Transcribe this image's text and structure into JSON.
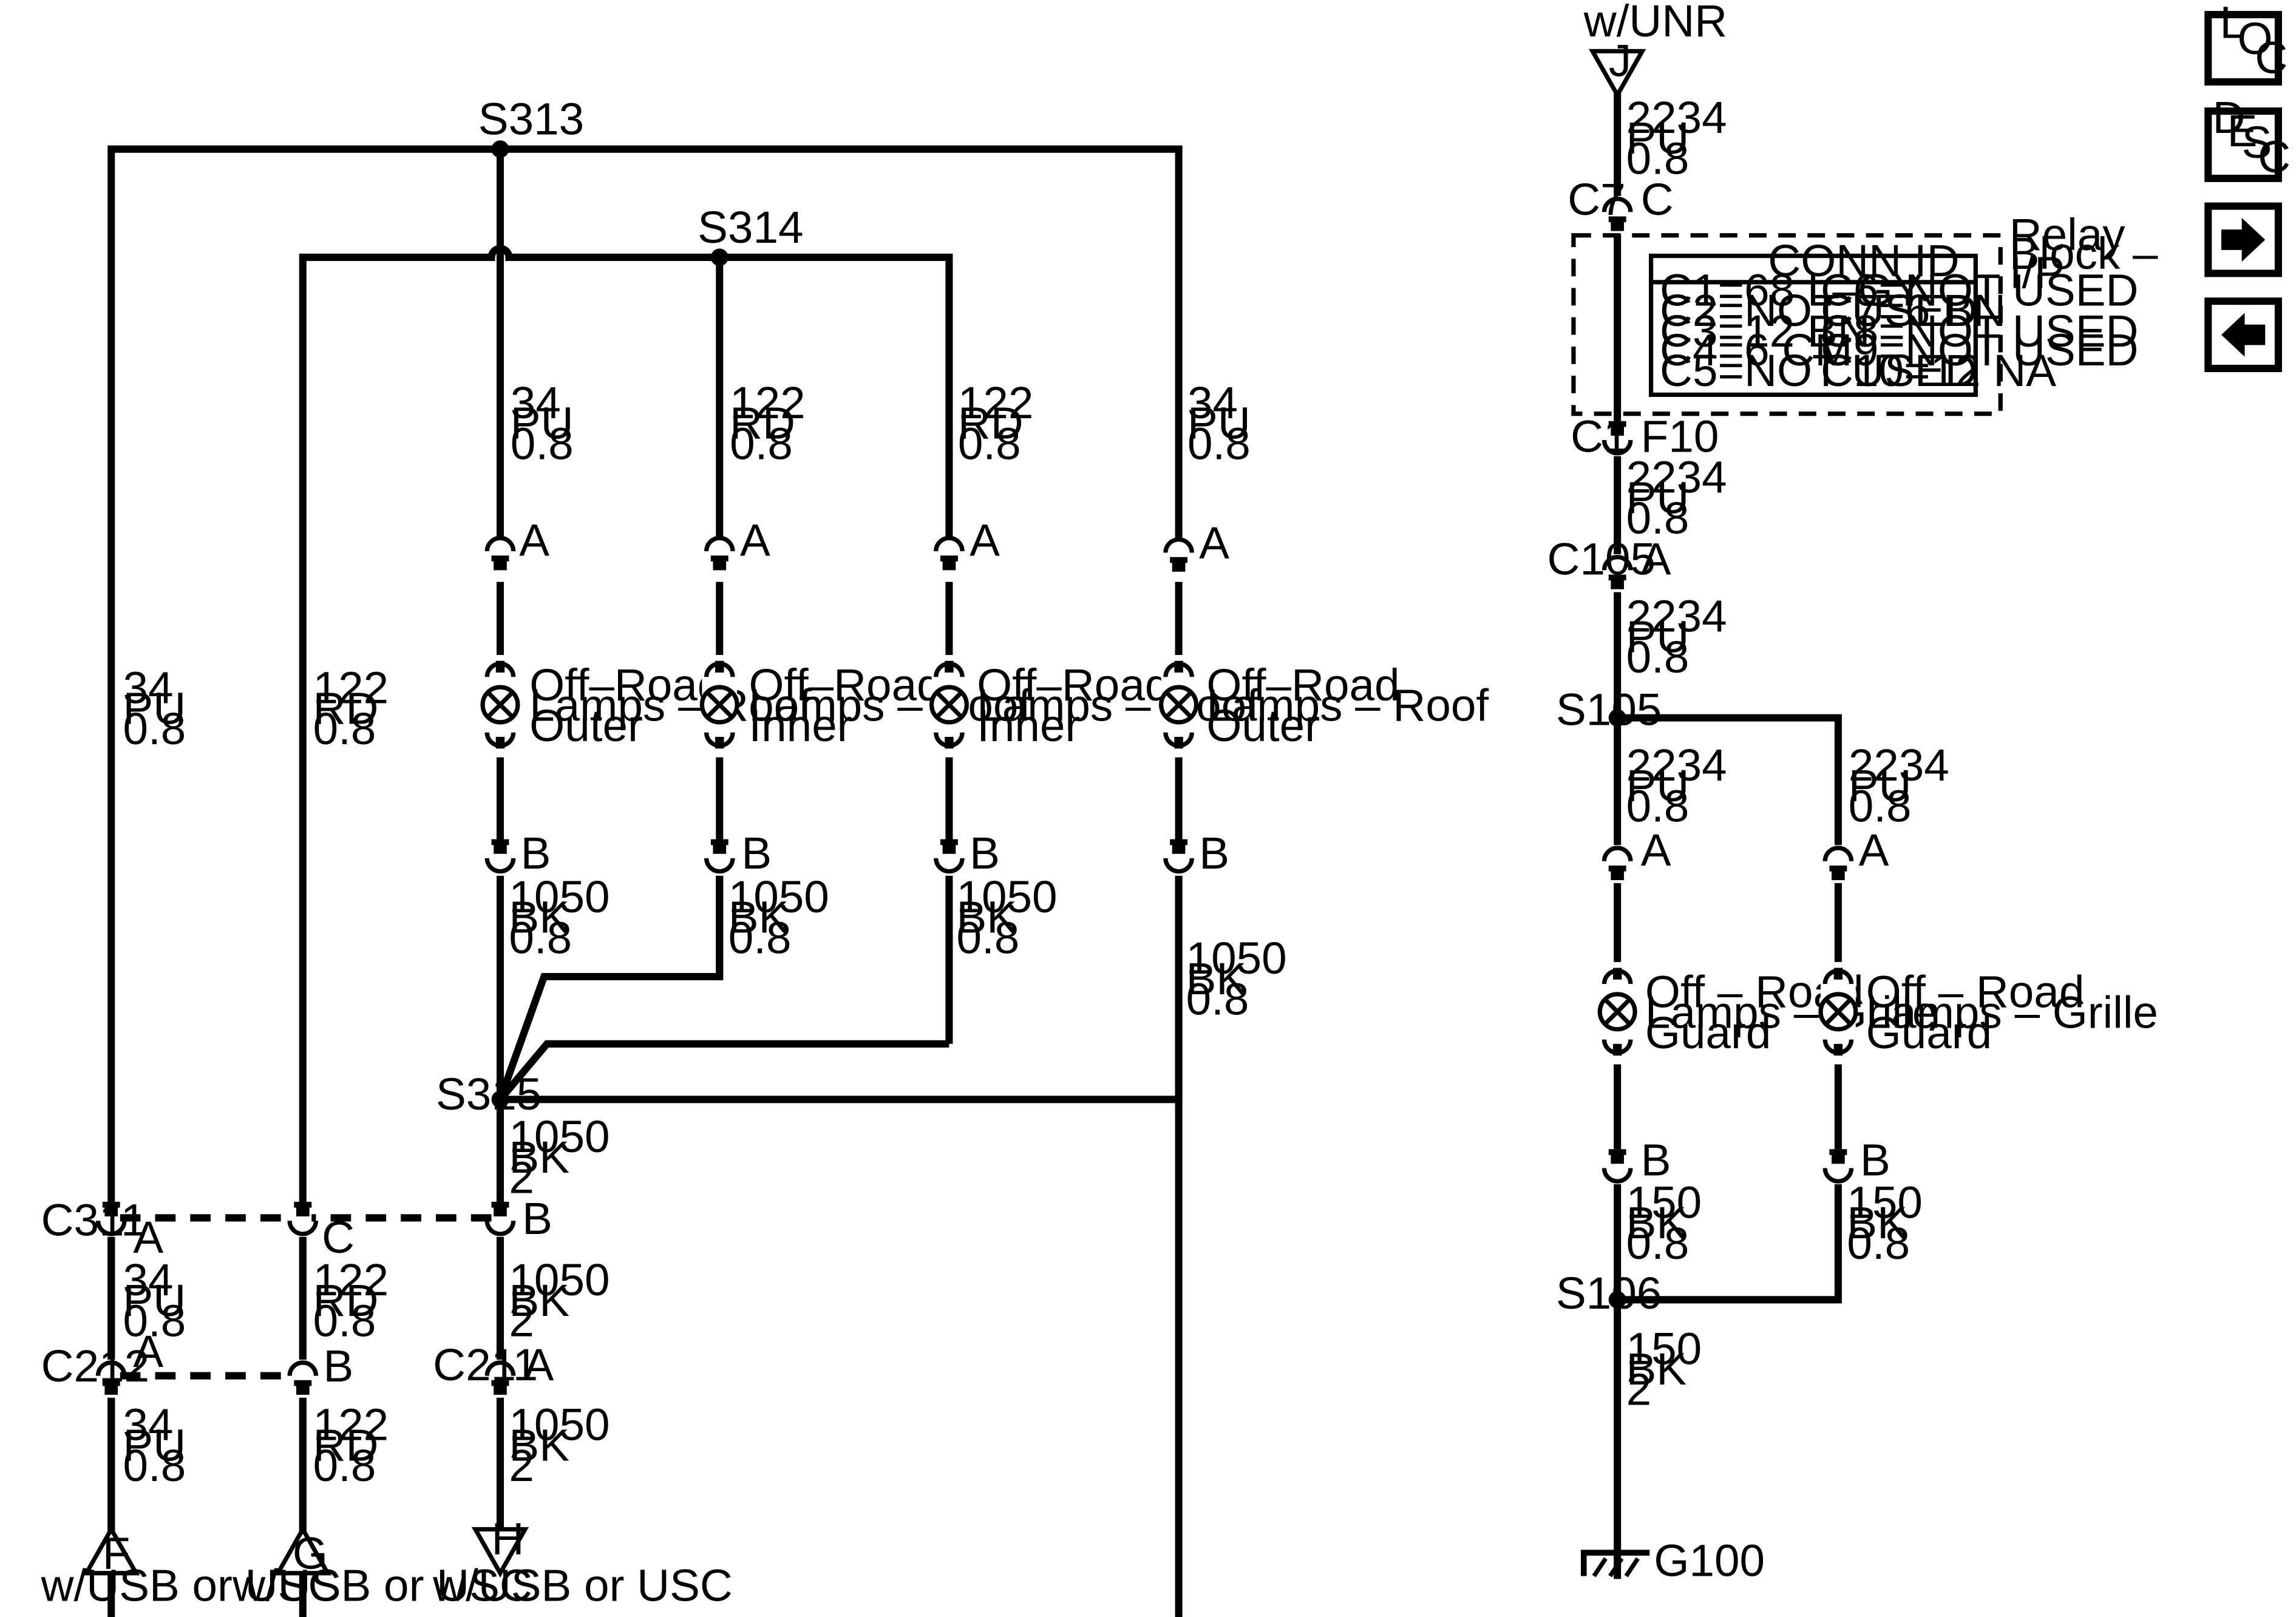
{
  "nav": {
    "loc": {
      "l1": "L",
      "l2": "O",
      "l3": "C"
    },
    "desc": {
      "l1": "D",
      "l2": "E",
      "l3": "S",
      "l4": "C"
    },
    "next_icon": "arrow-right-icon",
    "prev_icon": "arrow-left-icon"
  },
  "splices": {
    "s313": "S313",
    "s314": "S314",
    "s315": "S315",
    "s105": "S105",
    "s106": "S106"
  },
  "connectors": {
    "c311": "C311",
    "c212": "C212",
    "c211": "C211",
    "c7": "C7",
    "c1": "C1",
    "c105": "C105"
  },
  "pins": {
    "a": "A",
    "b": "B",
    "c": "C",
    "f10": "F10"
  },
  "wires": {
    "pu34": {
      "circuit": "34",
      "color": "PU",
      "size": "0.8"
    },
    "rd122": {
      "circuit": "122",
      "color": "RD",
      "size": "0.8"
    },
    "bk1050": {
      "circuit": "1050",
      "color": "BK",
      "size": "0.8"
    },
    "bk1050_2": {
      "circuit": "1050",
      "color": "BK",
      "size": "2"
    },
    "pu2234": {
      "circuit": "2234",
      "color": "PU",
      "size": "0.8"
    },
    "bk150": {
      "circuit": "150",
      "color": "BK",
      "size": "0.8"
    },
    "bk150_2": {
      "circuit": "150",
      "color": "BK",
      "size": "2"
    }
  },
  "lamps": {
    "roof_outer": {
      "l1": "Off–Road",
      "l2": "Lamps – Roof",
      "l3": "Outer"
    },
    "roof_inner": {
      "l1": "Off–Road",
      "l2": "Lamps – Roof",
      "l3": "Inner"
    },
    "grille": {
      "l1": "Off – Road",
      "l2": "Lamps – Grille",
      "l3": "Guard"
    }
  },
  "refs": {
    "f": "F",
    "g": "G",
    "h": "H",
    "j": "J",
    "usb": "w/USB or USC",
    "unr": "w/UNR"
  },
  "relay_block": {
    "l1": "Relay",
    "l2": "Block –",
    "l3": "I/P"
  },
  "conn_id": {
    "title": "CONN ID",
    "left": [
      "C1=68 L–GY",
      "C2=NOT USED",
      "C3=12 BN",
      "C4=6 CM",
      "C5=NOT USED"
    ],
    "right": [
      "C6=NOT USED",
      "C7=6 BN",
      "C8=NOT USED",
      "C9=NOT USED",
      "C10=12 NA"
    ]
  },
  "ground": "G100"
}
